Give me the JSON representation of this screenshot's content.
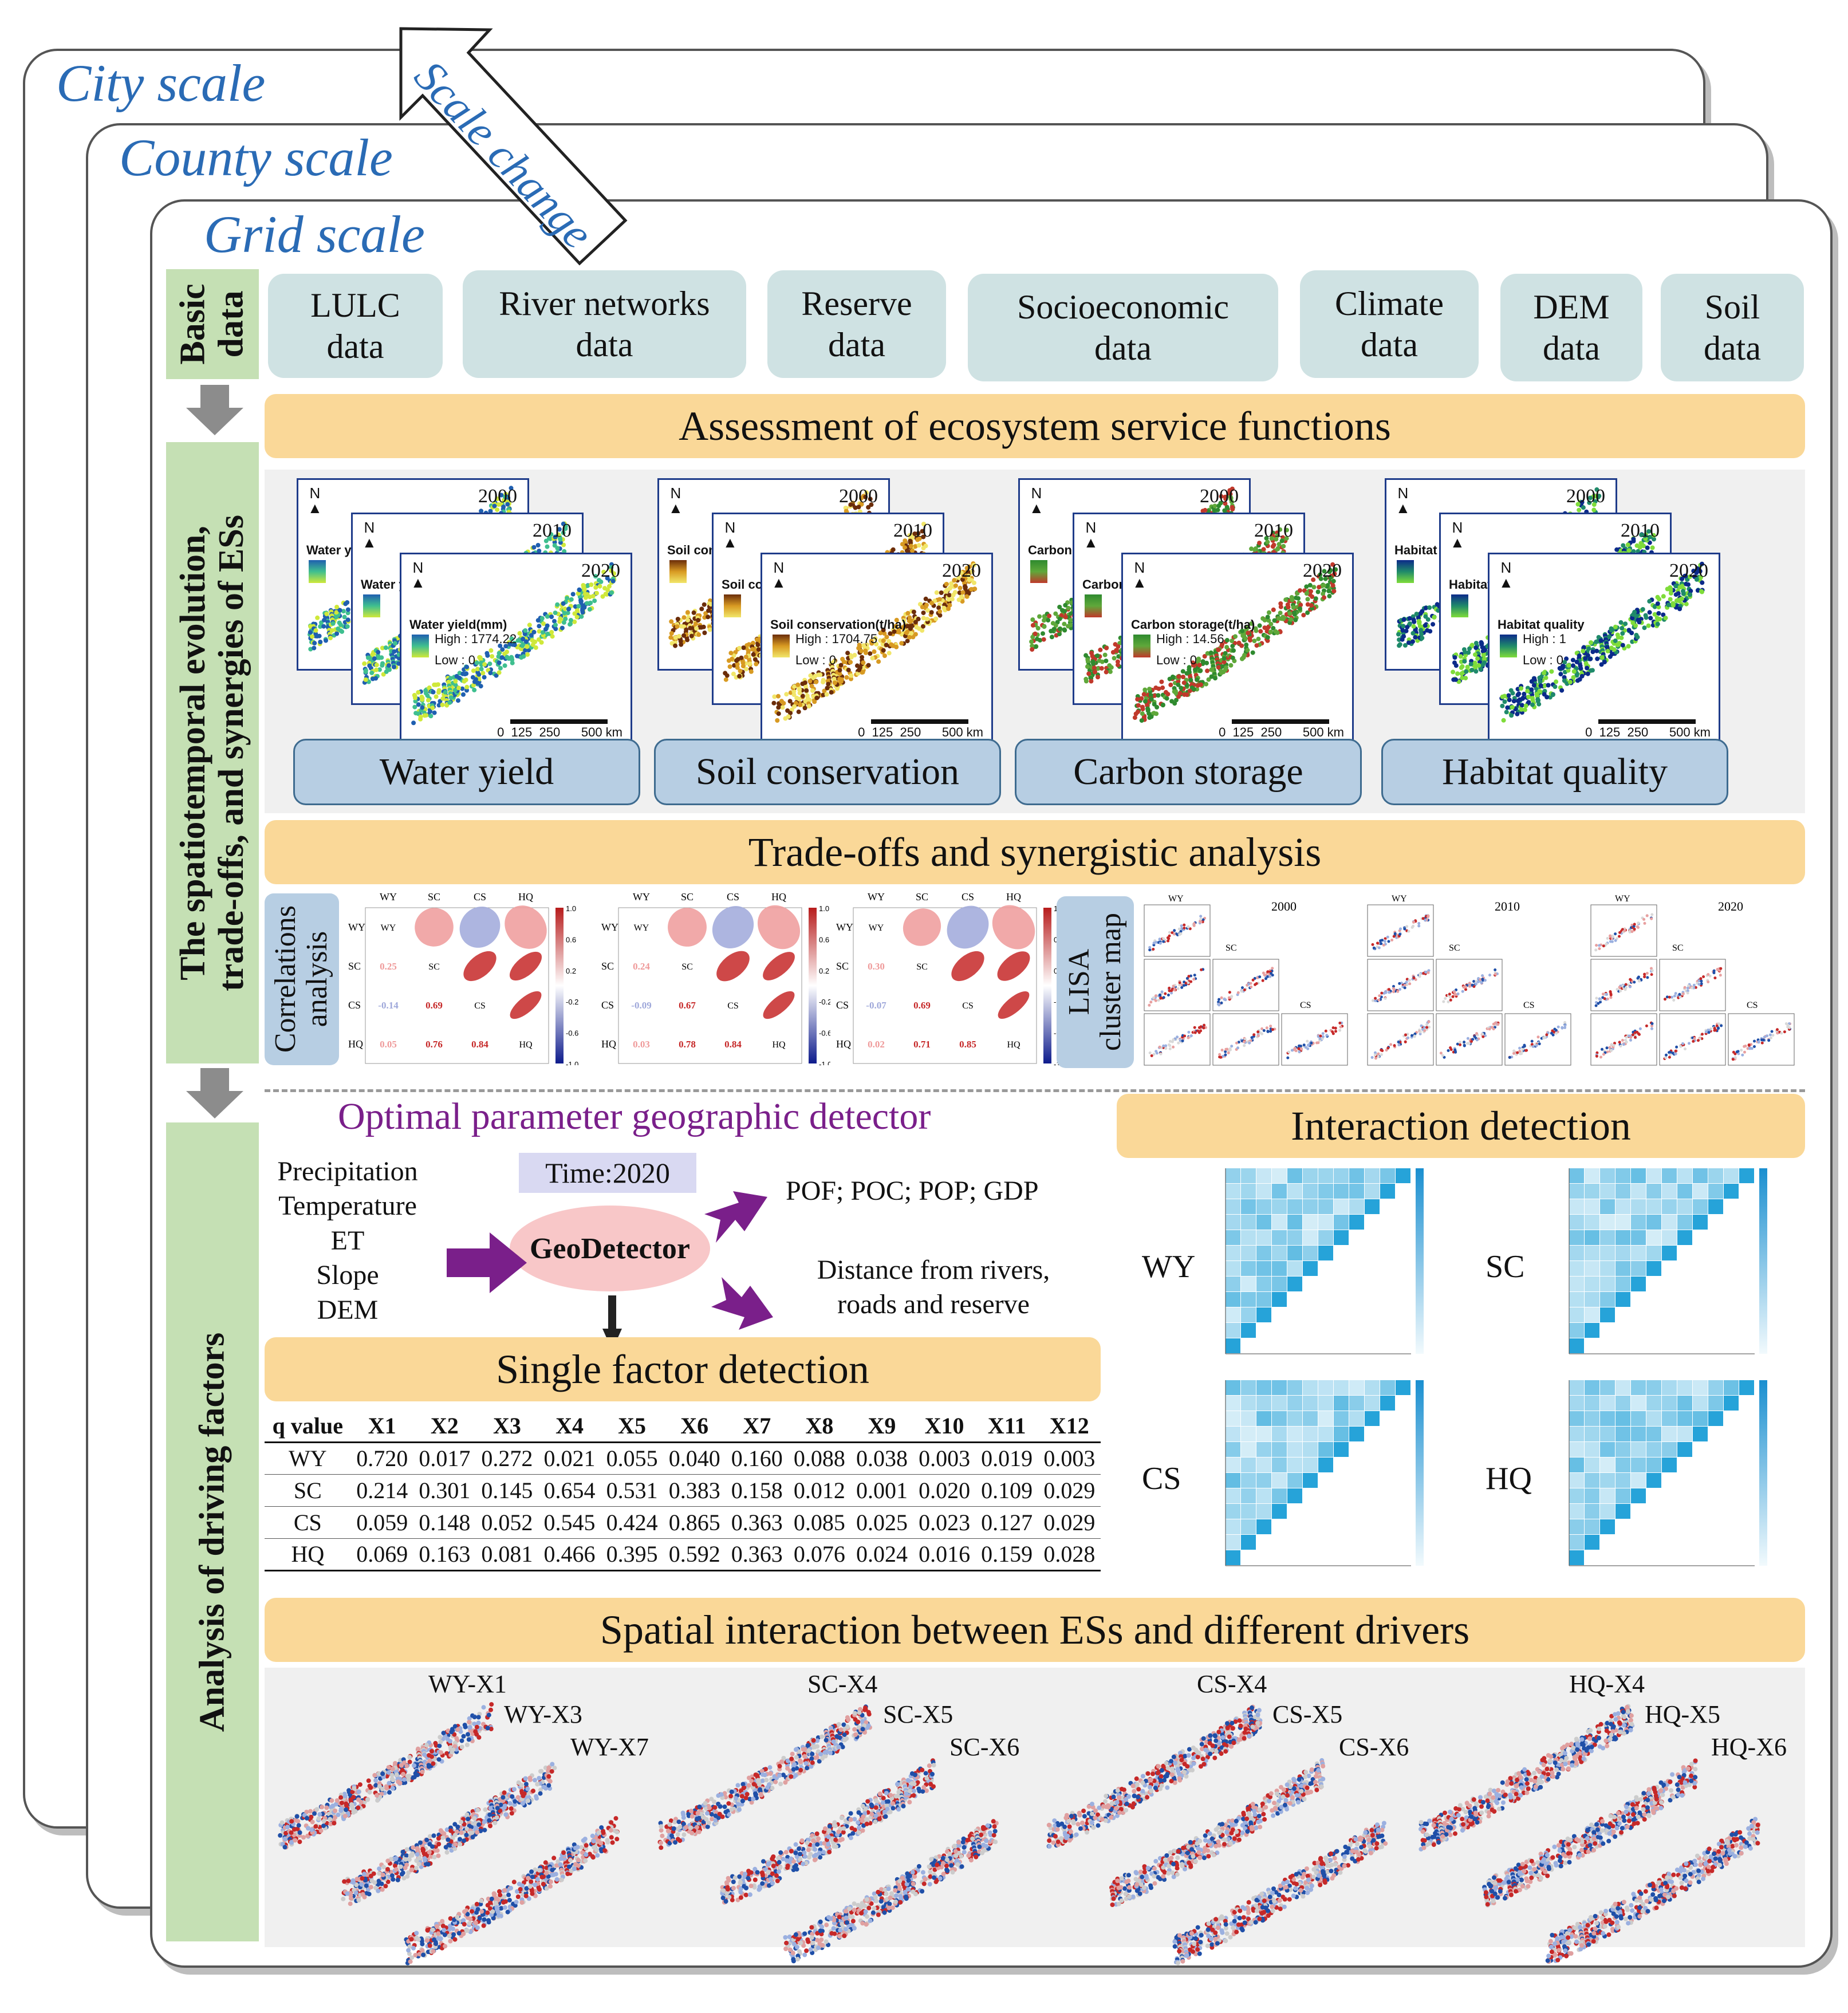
{
  "scales": {
    "city": "City scale",
    "county": "County scale",
    "grid": "Grid scale"
  },
  "scale_change": "Scale change",
  "sections": {
    "basic": [
      "Basic",
      "data"
    ],
    "spatiotemporal": [
      "The spatiotemporal evolution,",
      "trade-offs, and synergies of ESs"
    ],
    "driving": "Analysis of driving factors"
  },
  "basic_data": [
    [
      "LULC",
      "data"
    ],
    [
      "River networks",
      "data"
    ],
    [
      "Reserve",
      "data"
    ],
    [
      "Socioeconomic",
      "data"
    ],
    [
      "Climate",
      "data"
    ],
    [
      "DEM",
      "data"
    ],
    [
      "Soil",
      "data"
    ]
  ],
  "assessment_title": "Assessment of ecosystem service functions",
  "es_maps": [
    {
      "name": "Water yield",
      "title": "Water yield(mm)",
      "short": "Water yi",
      "high": "High : 1774.22",
      "low": "Low : 0",
      "colors": [
        "#1f5fb0",
        "#3fbf8f",
        "#cfe83a"
      ]
    },
    {
      "name": "Soil conservation",
      "title": "Soil conservation(t/ha)",
      "short": "Soil con",
      "high": "High : 1704.75",
      "low": "Low : 0",
      "colors": [
        "#6b2d0a",
        "#d89a22",
        "#f1e66a"
      ]
    },
    {
      "name": "Carbon storage",
      "title": "Carbon storage(t/ha)",
      "short": "Carbon st",
      "high": "High : 14.56",
      "low": "Low : 0",
      "colors": [
        "#2f8a2f",
        "#5fa83a",
        "#c0392b"
      ]
    },
    {
      "name": "Habitat quality",
      "title": "Habitat quality",
      "short": "Habitat qu",
      "high": "High : 1",
      "low": "Low : 0",
      "colors": [
        "#0b2a8a",
        "#1f8a6a",
        "#7fdc3a"
      ]
    }
  ],
  "map_common": {
    "years": [
      "2000",
      "2010",
      "2020"
    ],
    "north": "N",
    "scale": "0  125  250      500",
    "km": "km"
  },
  "tradeoff_title": "Trade-offs and synergistic analysis",
  "correlation_tag": [
    "Correlations",
    "analysis"
  ],
  "lisa_tag": [
    "LISA",
    "cluster map"
  ],
  "es_abbr": [
    "WY",
    "SC",
    "CS",
    "HQ"
  ],
  "corr_scale": [
    "1.0",
    "0.6",
    "0.2",
    "-0.2",
    "-0.6",
    "-1.0"
  ],
  "corr_values": [
    {
      "sc_wy": "0.25",
      "cs_wy": "-0.14",
      "cs_sc": "0.69",
      "hq_wy": "0.05",
      "hq_sc": "0.76",
      "hq_cs": "0.84"
    },
    {
      "sc_wy": "0.24",
      "cs_wy": "-0.09",
      "cs_sc": "0.67",
      "hq_wy": "0.03",
      "hq_sc": "0.78",
      "hq_cs": "0.84"
    },
    {
      "sc_wy": "0.30",
      "cs_wy": "-0.07",
      "cs_sc": "0.69",
      "hq_wy": "0.02",
      "hq_sc": "0.71",
      "hq_cs": "0.85"
    }
  ],
  "lisa_years": [
    "2000",
    "2010",
    "2020"
  ],
  "geodetector_title": "Optimal parameter geographic detector",
  "time_label": "Time:2020",
  "geodetector_label": "GeoDetector",
  "drivers_left": [
    "Precipitation",
    "Temperature",
    "ET",
    "Slope",
    "DEM"
  ],
  "drivers_right_1": "POF; POC; POP; GDP",
  "drivers_right_2": [
    "Distance from rivers,",
    "roads and reserve"
  ],
  "single_title": "Single factor detection",
  "q_table": {
    "header": [
      "q value",
      "X1",
      "X2",
      "X3",
      "X4",
      "X5",
      "X6",
      "X7",
      "X8",
      "X9",
      "X10",
      "X11",
      "X12"
    ],
    "rows": [
      [
        "WY",
        "0.720",
        "0.017",
        "0.272",
        "0.021",
        "0.055",
        "0.040",
        "0.160",
        "0.088",
        "0.038",
        "0.003",
        "0.019",
        "0.003"
      ],
      [
        "SC",
        "0.214",
        "0.301",
        "0.145",
        "0.654",
        "0.531",
        "0.383",
        "0.158",
        "0.012",
        "0.001",
        "0.020",
        "0.109",
        "0.029"
      ],
      [
        "CS",
        "0.059",
        "0.148",
        "0.052",
        "0.545",
        "0.424",
        "0.865",
        "0.363",
        "0.085",
        "0.025",
        "0.023",
        "0.127",
        "0.029"
      ],
      [
        "HQ",
        "0.069",
        "0.163",
        "0.081",
        "0.466",
        "0.395",
        "0.592",
        "0.363",
        "0.076",
        "0.024",
        "0.016",
        "0.159",
        "0.028"
      ]
    ]
  },
  "interaction_title": "Interaction detection",
  "heatmaps": [
    "WY",
    "SC",
    "CS",
    "HQ"
  ],
  "spatial_title": "Spatial interaction between ESs and different drivers",
  "spatial_groups": [
    [
      "WY-X1",
      "WY-X3",
      "WY-X7"
    ],
    [
      "SC-X4",
      "SC-X5",
      "SC-X6"
    ],
    [
      "CS-X4",
      "CS-X5",
      "CS-X6"
    ],
    [
      "HQ-X4",
      "HQ-X5",
      "HQ-X6"
    ]
  ]
}
